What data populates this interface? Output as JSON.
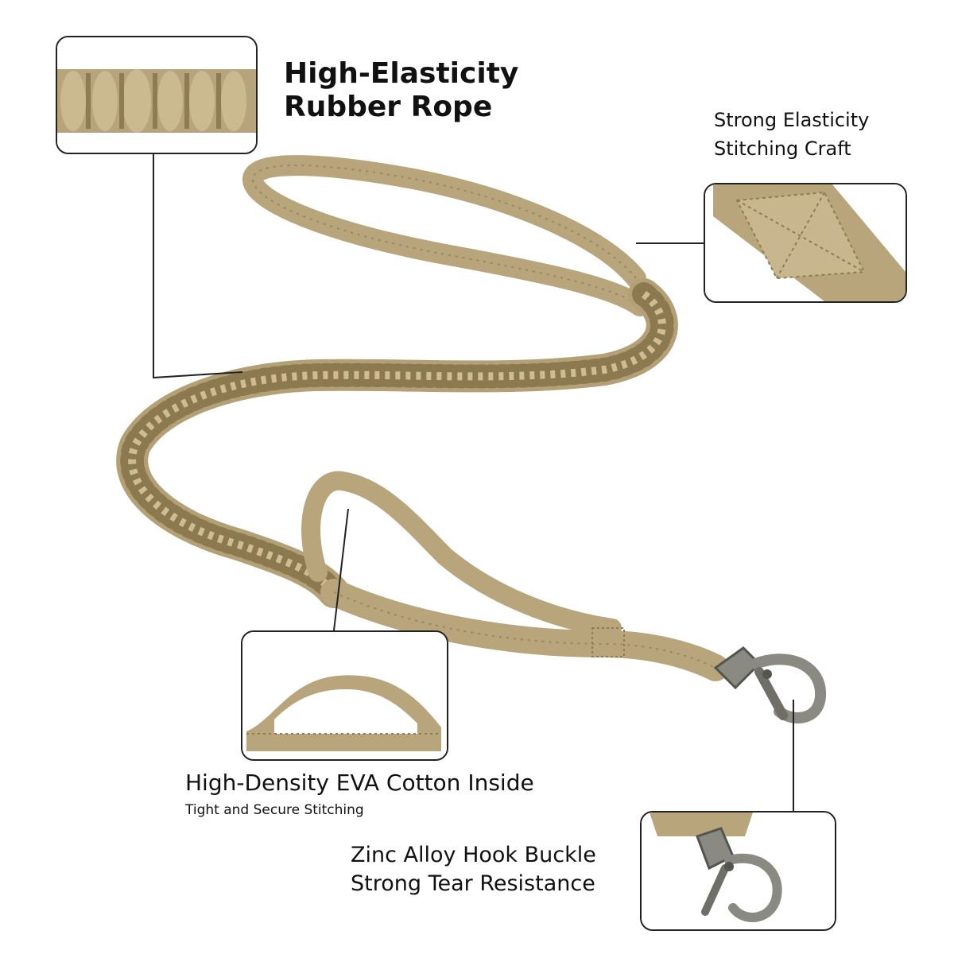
{
  "callouts": {
    "rubber_rope": {
      "line1": "High-Elasticity",
      "line2": "Rubber Rope"
    },
    "stitching": {
      "line1": "Strong Elasticity",
      "line2": "Stitching Craft"
    },
    "eva": {
      "title": "High-Density EVA Cotton Inside",
      "subtitle": "Tight and Secure Stitching"
    },
    "hook": {
      "line1": "Zinc Alloy Hook Buckle",
      "line2": "Strong Tear Resistance"
    }
  },
  "colors": {
    "webbing": "#b9a57c",
    "webbing_dark": "#8f7c55",
    "webbing_light": "#cfbe97",
    "metal": "#8a8a82",
    "metal_dark": "#55554f",
    "frame": "#222222"
  }
}
